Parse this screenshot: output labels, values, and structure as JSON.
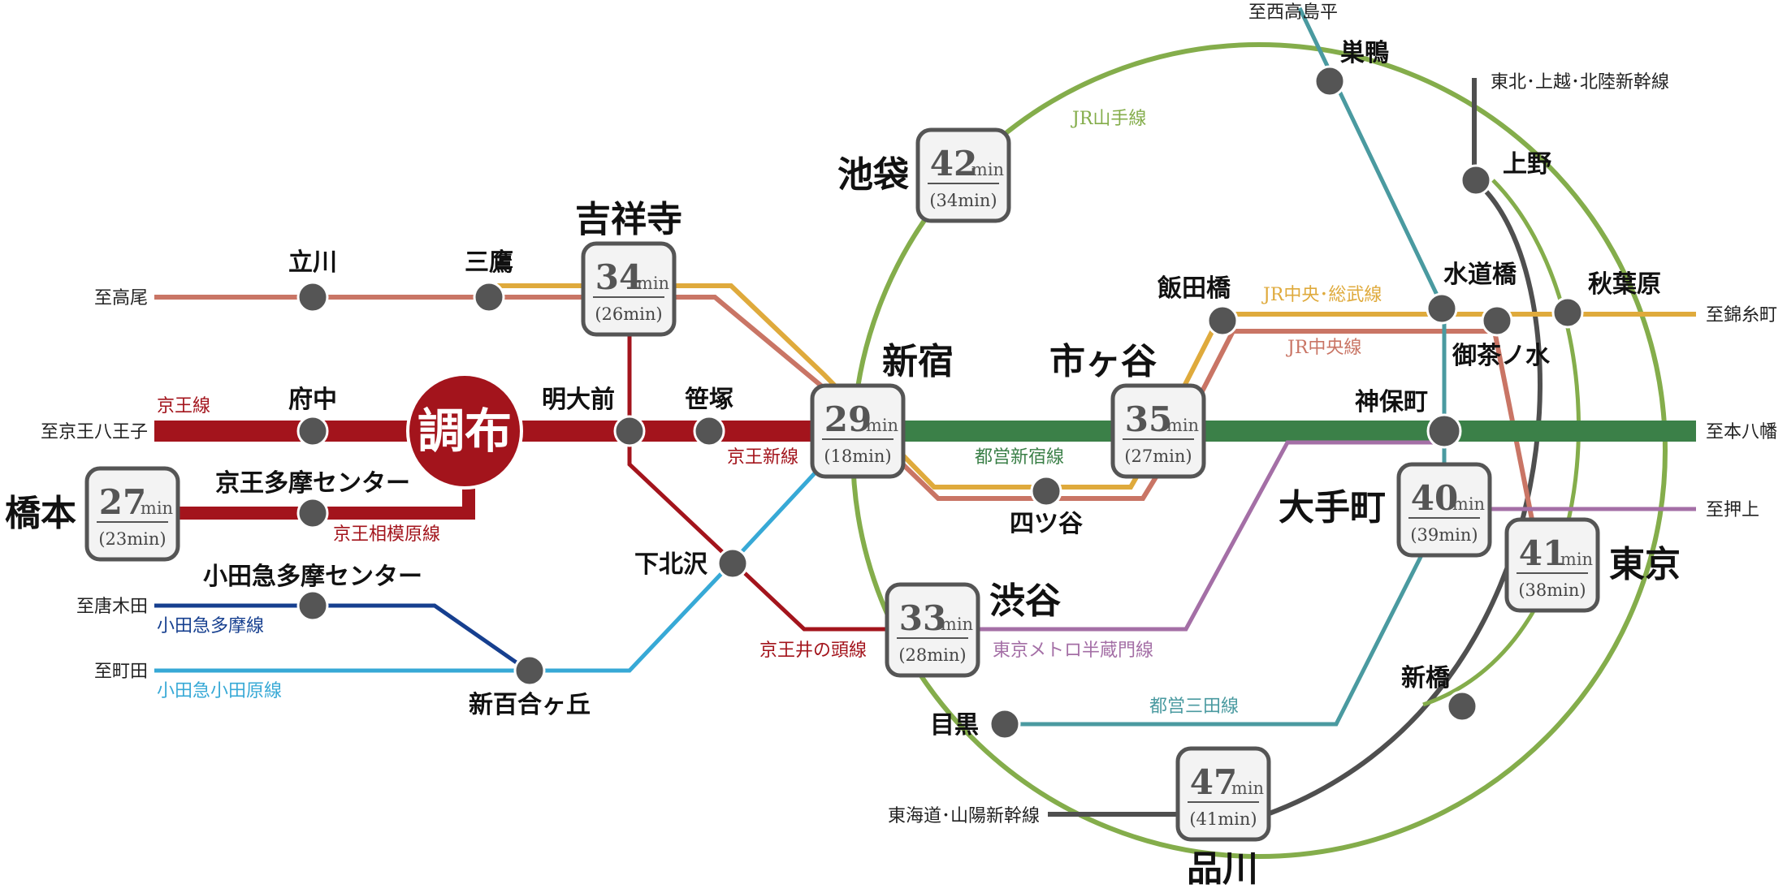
{
  "colors": {
    "keio": "#a3141c",
    "keio_pink": "#c97565",
    "chuo_yellow": "#dfaa3c",
    "yamanote": "#84ad4b",
    "shinjuku_line": "#3b8048",
    "hanzomon": "#a46fa6",
    "mita": "#4a9aa0",
    "odakyu_blue": "#37a9d6",
    "odakyu_tama": "#163f8f",
    "shinkansen": "#4f4f4f",
    "station_dot": "#555555",
    "box_fill": "#f3f3f3",
    "box_border": "#555555"
  },
  "lines": {
    "keio": "京王線",
    "keio_new": "京王新線",
    "sagamihara": "京王相模原線",
    "inokashira": "京王井の頭線",
    "odakyu_tama": "小田急多摩線",
    "odakyu_odawara": "小田急小田原線",
    "yamanote": "JR山手線",
    "chuo_sobu": "JR中央･総武線",
    "chuo": "JR中央線",
    "toei_shinjuku": "都営新宿線",
    "hanzomon": "東京メトロ半蔵門線",
    "mita": "都営三田線",
    "tohoku": "東北･上越･北陸新幹線",
    "tokaido": "東海道･山陽新幹線"
  },
  "termini": {
    "takao": "至高尾",
    "hachioji": "至京王八王子",
    "karakida": "至唐木田",
    "machida": "至町田",
    "nishitakashimadaira": "至西高島平",
    "kinshicho": "至錦糸町",
    "motoyawata": "至本八幡",
    "oshiage": "至押上"
  },
  "stations": {
    "tachikawa": "立川",
    "mitaka": "三鷹",
    "fuchu": "府中",
    "meidaimae": "明大前",
    "sasazuka": "笹塚",
    "keio_tama_center": "京王多摩センター",
    "odakyu_tama_center": "小田急多摩センター",
    "shinyurigaoka": "新百合ヶ丘",
    "shimokitazawa": "下北沢",
    "iidabashi": "飯田橋",
    "yotsuya": "四ツ谷",
    "sugamo": "巣鴨",
    "ueno": "上野",
    "suidobashi": "水道橋",
    "akihabara": "秋葉原",
    "ochanomizu": "御茶ノ水",
    "jimbocho": "神保町",
    "meguro": "目黒",
    "shimbashi": "新橋"
  },
  "origin": {
    "name": "調布"
  },
  "boxes": {
    "kichijoji": {
      "name": "吉祥寺",
      "time": "34",
      "unit": "min",
      "sub": "(26min)"
    },
    "hashimoto": {
      "name": "橋本",
      "time": "27",
      "unit": "min",
      "sub": "(23min)"
    },
    "ikebukuro": {
      "name": "池袋",
      "time": "42",
      "unit": "min",
      "sub": "(34min)"
    },
    "shinjuku": {
      "name": "新宿",
      "time": "29",
      "unit": "min",
      "sub": "(18min)"
    },
    "ichigaya": {
      "name": "市ヶ谷",
      "time": "35",
      "unit": "min",
      "sub": "(27min)"
    },
    "shibuya": {
      "name": "渋谷",
      "time": "33",
      "unit": "min",
      "sub": "(28min)"
    },
    "otemachi": {
      "name": "大手町",
      "time": "40",
      "unit": "min",
      "sub": "(39min)"
    },
    "tokyo": {
      "name": "東京",
      "time": "41",
      "unit": "min",
      "sub": "(38min)"
    },
    "shinagawa": {
      "name": "品川",
      "time": "47",
      "unit": "min",
      "sub": "(41min)"
    }
  }
}
